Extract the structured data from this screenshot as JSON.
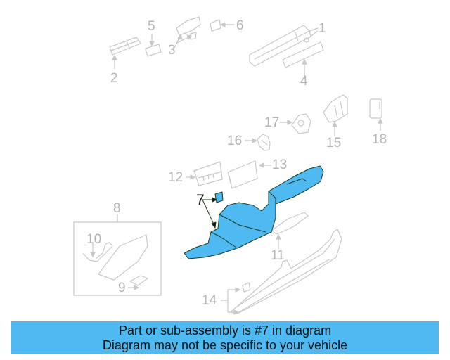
{
  "diagram": {
    "highlight_color": "#4fbaf2",
    "outline_color": "#c8c8c8",
    "highlighted_part": "7",
    "callouts": [
      {
        "id": "1",
        "label": "1"
      },
      {
        "id": "2",
        "label": "2"
      },
      {
        "id": "3",
        "label": "3"
      },
      {
        "id": "4",
        "label": "4"
      },
      {
        "id": "5",
        "label": "5"
      },
      {
        "id": "6",
        "label": "6"
      },
      {
        "id": "7",
        "label": "7"
      },
      {
        "id": "8",
        "label": "8"
      },
      {
        "id": "9",
        "label": "9"
      },
      {
        "id": "10",
        "label": "10"
      },
      {
        "id": "11",
        "label": "11"
      },
      {
        "id": "12",
        "label": "12"
      },
      {
        "id": "13",
        "label": "13"
      },
      {
        "id": "14",
        "label": "14"
      },
      {
        "id": "15",
        "label": "15"
      },
      {
        "id": "16",
        "label": "16"
      },
      {
        "id": "17",
        "label": "17"
      },
      {
        "id": "18",
        "label": "18"
      }
    ]
  },
  "banner": {
    "line1": "Part or sub-assembly is #7 in diagram",
    "line2": "Diagram may not be specific to your vehicle",
    "background": "#4fbaf2"
  }
}
